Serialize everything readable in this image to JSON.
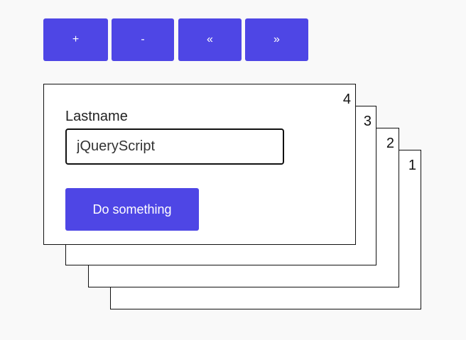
{
  "controls": {
    "plus_label": "+",
    "minus_label": "-",
    "prev_label": "«",
    "next_label": "»"
  },
  "cards": [
    {
      "number": "1"
    },
    {
      "number": "2"
    },
    {
      "number": "3"
    },
    {
      "number": "4"
    }
  ],
  "form": {
    "label": "Lastname",
    "value": "jQueryScript",
    "button_label": "Do something"
  },
  "colors": {
    "accent": "#4e46e5",
    "background": "#f9f9f9",
    "card_border": "#111111"
  }
}
